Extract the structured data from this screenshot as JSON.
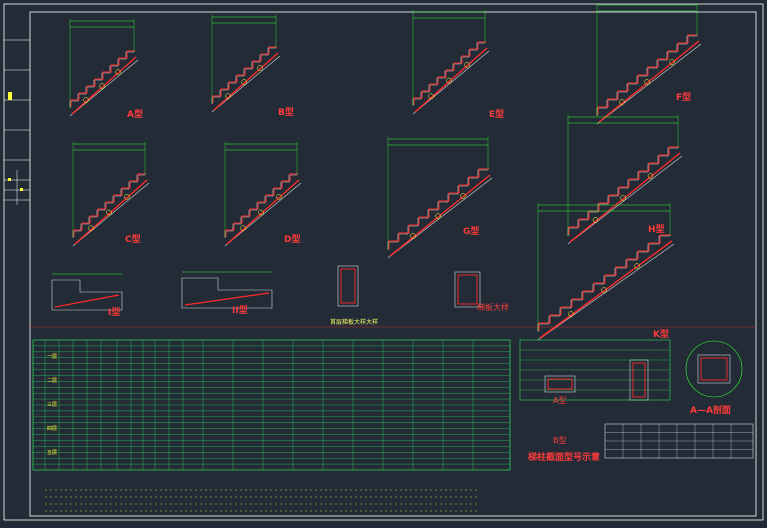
{
  "drawing": {
    "colors": {
      "background": "#222b36",
      "frame": "#ffffff",
      "steel": "#ff2a2a",
      "dimension": "#33ff33",
      "annotation": "#ffff33",
      "concrete": "#d8d8d8",
      "table_grid": "#33ff66",
      "highlight": "#ff3b3b",
      "cyan": "#55ffff"
    },
    "labels": {
      "type_a": "A型",
      "type_b": "B型",
      "type_c": "C型",
      "type_d": "D型",
      "type_e": "E型",
      "type_f": "F型",
      "type_g": "G型",
      "type_h": "H型",
      "type_i": "I型",
      "type_ii": "II型",
      "type_k": "K型",
      "section_aa": "A—A剖面",
      "column_section_title": "梯柱截面型号示意",
      "a_small": "A型",
      "b_small": "B型",
      "detail_text": "首层梯板大样大样",
      "stair_note": "梯板大样"
    },
    "table": {
      "floor_labels": [
        "一层",
        "二层",
        "三层",
        "四层",
        "五层"
      ]
    }
  }
}
